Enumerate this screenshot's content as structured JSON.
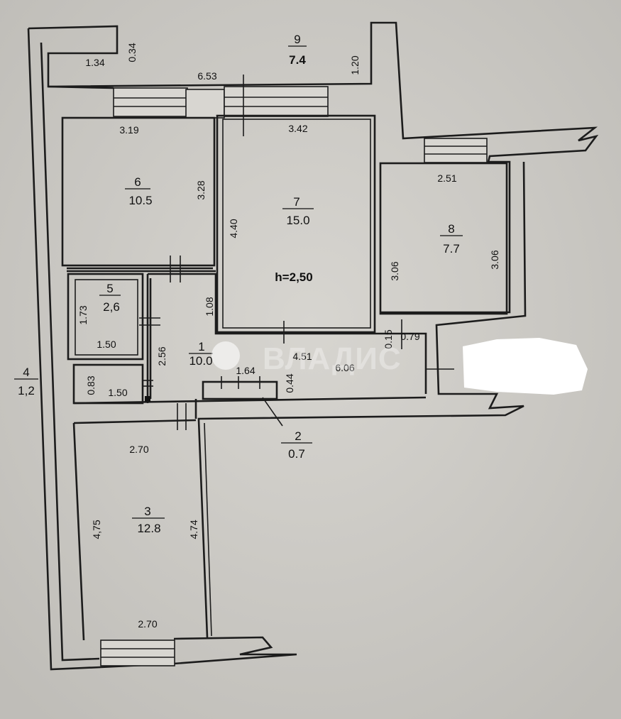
{
  "rooms": [
    {
      "id": "r9",
      "number": "9",
      "area": "7.4"
    },
    {
      "id": "r6",
      "number": "6",
      "area": "10.5"
    },
    {
      "id": "r7",
      "number": "7",
      "area": "15.0"
    },
    {
      "id": "r8",
      "number": "8",
      "area": "7.7"
    },
    {
      "id": "r5",
      "number": "5",
      "area": "2,6"
    },
    {
      "id": "r1",
      "number": "1",
      "area": "10.0"
    },
    {
      "id": "r4",
      "number": "4",
      "area": "1,2"
    },
    {
      "id": "r2",
      "number": "2",
      "area": "0.7"
    },
    {
      "id": "r3",
      "number": "3",
      "area": "12.8"
    }
  ],
  "ceiling_height": "h=2,50",
  "dimensions": [
    "1.34",
    "0.34",
    "6.53",
    "1.20",
    "3.19",
    "3.42",
    "3.28",
    "4.40",
    "2.51",
    "3.06",
    "3.06",
    "1.73",
    "1.50",
    "1.08",
    "0.15",
    "0.79",
    "2.56",
    "4.51",
    "6.06",
    "0.83",
    "1.50",
    "1.64",
    "0.44",
    "2.70",
    "4,75",
    "4.74",
    "2.70"
  ],
  "watermark": "ВЛАДИС"
}
